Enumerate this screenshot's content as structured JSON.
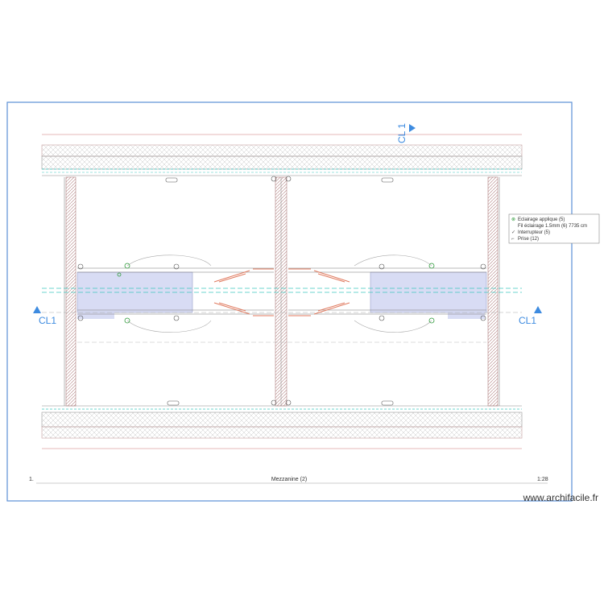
{
  "section_markers": {
    "top": "CL 1",
    "left": "CL1",
    "right": "CL1"
  },
  "legend": [
    {
      "label": "Eclairage applique (5)",
      "symbol": "lamp-icon",
      "color": "#2e9a3a"
    },
    {
      "label": "Fil éclairage 1.5mm (6) 7735 cm",
      "symbol": "wire-icon",
      "color": "#888888"
    },
    {
      "label": "Interrupteur (5)",
      "symbol": "switch-icon",
      "color": "#555555"
    },
    {
      "label": "Prise (12)",
      "symbol": "outlet-icon",
      "color": "#555555"
    }
  ],
  "title_block": {
    "number": "1.",
    "name": "Mezzanine (2)",
    "scale": "1:28"
  },
  "watermark": "www.archifacile.fr",
  "colors": {
    "frame": "#5b8fd6",
    "marker": "#3d8be0",
    "fill": "#d8dcf4",
    "wire": "#e07a5f",
    "wall": "#b08080",
    "lamp": "#2e9a3a",
    "teal": "#3cc8c0"
  }
}
